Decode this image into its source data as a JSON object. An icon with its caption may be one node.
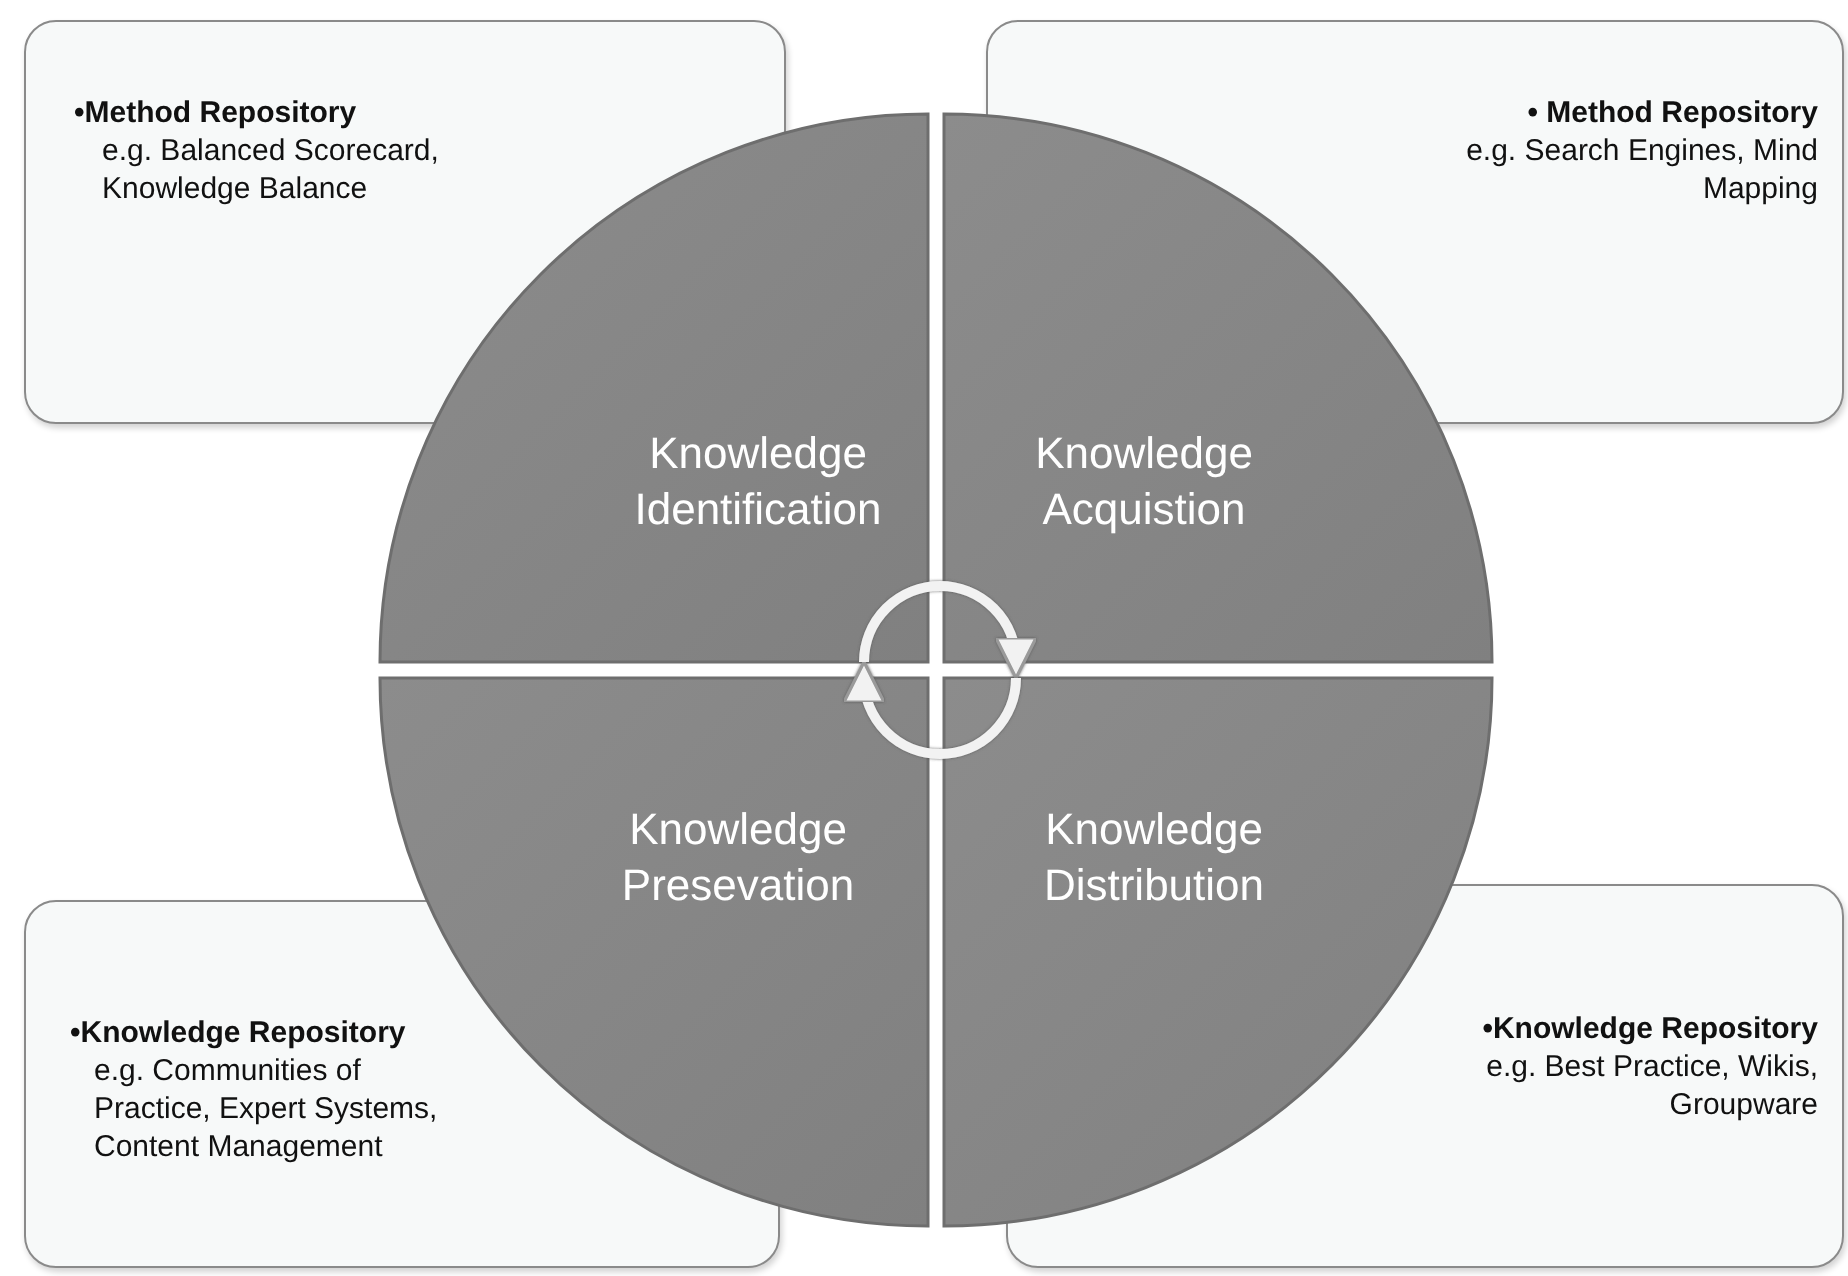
{
  "diagram": {
    "nodes": [
      {
        "text": [
          "•Method Repository",
          "e.g. Balanced Scorecard, Knowledge Balance"
        ]
      },
      {
        "text": [
          "• Method Repository",
          "e.g. Search Engines, Mind Mapping"
        ]
      },
      {
        "text": [
          "Knowledge Identification"
        ]
      },
      {
        "text": [
          "Knowledge Acquistion"
        ]
      },
      {
        "text": [
          "Knowledge Presevation"
        ]
      },
      {
        "text": [
          "Knowledge Distribution"
        ]
      },
      {
        "text": [
          "•Knowledge Repository",
          "e.g. Communities of Practice, Expert Systems, Content Management"
        ]
      },
      {
        "text": [
          "•Knowledge Repository",
          "e.g. Best Practice, Wikis, Groupware"
        ]
      }
    ],
    "edges": [
      {
        "from": 2,
        "to": 3,
        "arrow": "to"
      },
      {
        "from": 5,
        "to": 4,
        "arrow": "to"
      }
    ]
  }
}
